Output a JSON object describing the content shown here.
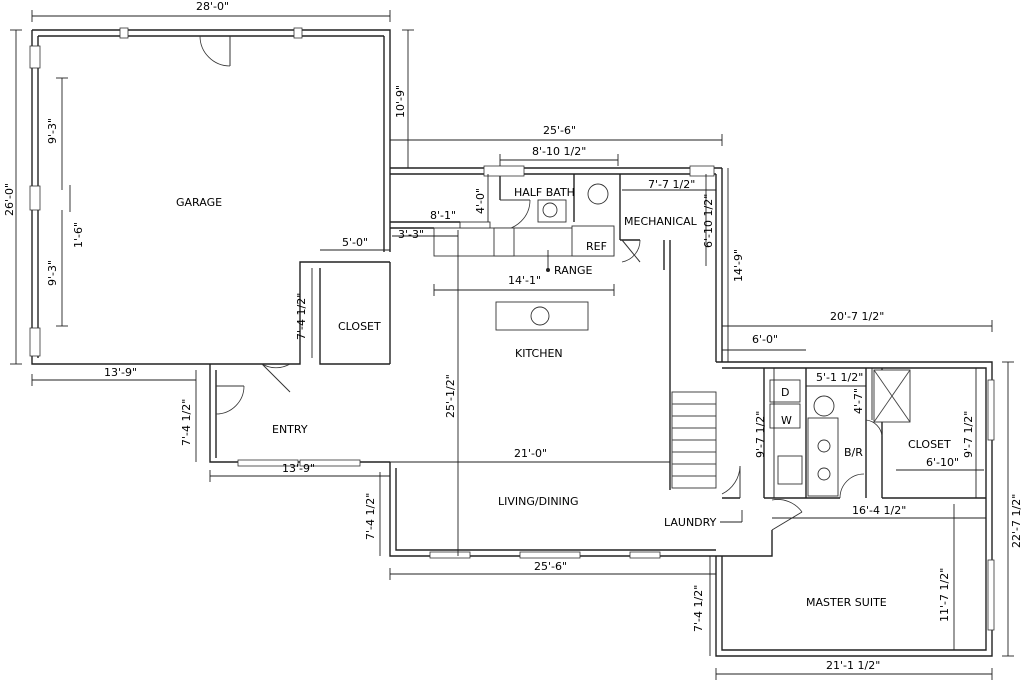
{
  "rooms": {
    "garage": "GARAGE",
    "half_bath": "HALF BATH",
    "mechanical": "MECHANICAL",
    "ref": "REF",
    "range": "RANGE",
    "kitchen": "KITCHEN",
    "closet_garage": "CLOSET",
    "entry": "ENTRY",
    "living_dining": "LIVING/DINING",
    "laundry": "LAUNDRY",
    "washer": "W",
    "dryer": "D",
    "bath": "B/R",
    "closet_master": "CLOSET",
    "master_suite": "MASTER SUITE"
  },
  "dimensions": {
    "garage_width": "28'-0\"",
    "garage_depth": "26'-0\"",
    "garage_upper": "9'-3\"",
    "garage_lower": "9'-3\"",
    "garage_door_gap": "1'-6\"",
    "garage_offset": "10'-9\"",
    "house_width": "25'-6\"",
    "bath_width": "8'-10 1/2\"",
    "bath_depth": "4'-0\"",
    "mech_width": "7'-7 1/2\"",
    "mech_depth": "6'-10 1/2\"",
    "hall_width": "8'-1\"",
    "hall_offset": "3'-3\"",
    "closet_width": "5'-0\"",
    "closet_depth": "7'-4 1/2\"",
    "kitchen_width": "14'-1\"",
    "stair_run": "14'-9\"",
    "master_wing_width": "20'-7 1/2\"",
    "laundry_width": "6'-0\"",
    "bath_room_width": "5'-1 1/2\"",
    "shower_depth": "4'-7\"",
    "laundry_depth": "9'-7 1/2\"",
    "closet_master_depth": "9'-7 1/2\"",
    "closet_master_width": "6'-10\"",
    "garage_front": "13'-9\"",
    "entry_depth": "7'-4 1/2\"",
    "entry_width": "13'-9\"",
    "living_width": "21'-0\"",
    "living_depth": "25'-1/2\"",
    "porch_depth": "7'-4 1/2\"",
    "front_width": "25'-6\"",
    "master_upper": "16'-4 1/2\"",
    "master_depth": "11'-7 1/2\"",
    "master_overall": "22'-7 1/2\"",
    "master_step": "7'-4 1/2\"",
    "master_width": "21'-1 1/2\""
  }
}
